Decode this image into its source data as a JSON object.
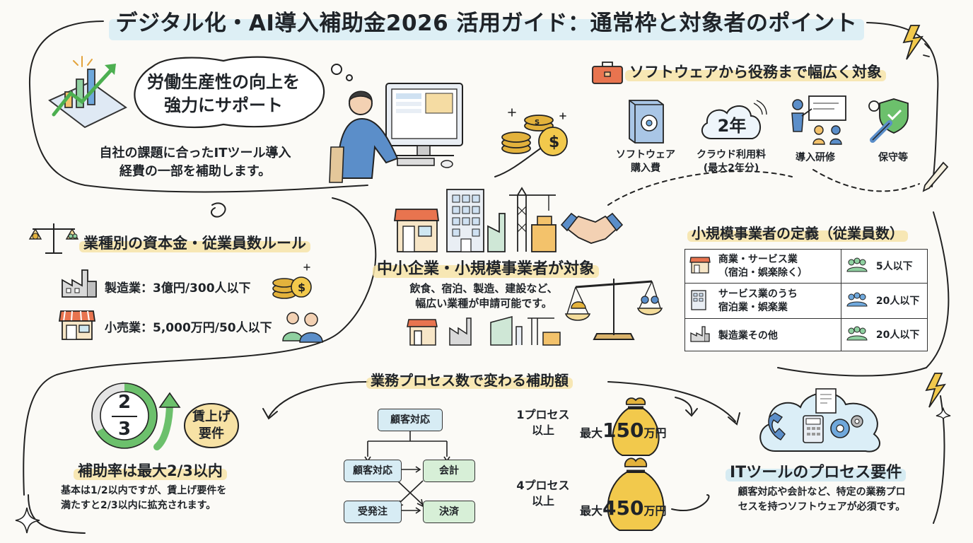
{
  "title": "デジタル化・AI導入補助金2026 活用ガイド：通常枠と対象者のポイント",
  "intro": {
    "bubble_line1": "労働生産性の向上を",
    "bubble_line2": "強力にサポート",
    "desc_line1": "自社の課題に合ったITツール導入",
    "desc_line2": "経費の一部を補助します。"
  },
  "costs": {
    "heading": "ソフトウェアから役務まで幅広く対象",
    "cloud_badge": "2年",
    "items": [
      {
        "line1": "ソフトウェア",
        "line2": "購入費",
        "icon": "software-package-icon"
      },
      {
        "line1": "クラウド利用料",
        "line2": "(最大2年分)",
        "icon": "cloud-icon"
      },
      {
        "line1": "導入研修",
        "line2": "",
        "icon": "training-icon"
      },
      {
        "line1": "保守等",
        "line2": "",
        "icon": "wrench-shield-icon"
      }
    ]
  },
  "capital_rules": {
    "heading": "業種別の資本金・従業員数ルール",
    "rows": [
      {
        "label": "製造業：3億円/300人以下",
        "icon": "factory-icon"
      },
      {
        "label": "小売業：5,000万円/50人以下",
        "icon": "store-icon"
      }
    ]
  },
  "target": {
    "heading": "中小企業・小規模事業者が対象",
    "desc_line1": "飲食、宿泊、製造、建設など、",
    "desc_line2": "幅広い業種が申請可能です。"
  },
  "small_business": {
    "heading": "小規模事業者の定義（従業員数）",
    "rows": [
      {
        "line1": "商業・サービス業",
        "line2": "（宿泊・娯楽除く）",
        "count": "5人以下",
        "icon": "store-icon"
      },
      {
        "line1": "サービス業のうち",
        "line2": "宿泊業・娯楽業",
        "count": "20人以下",
        "icon": "building-icon"
      },
      {
        "line1": "製造業その他",
        "line2": "",
        "count": "20人以下",
        "icon": "factory-icon"
      }
    ]
  },
  "subsidy_rate": {
    "fraction_num": "2",
    "fraction_den": "3",
    "wage_line1": "賃上げ",
    "wage_line2": "要件",
    "heading": "補助率は最大2/3以内",
    "desc_line1": "基本は1/2以内ですが、賃上げ要件を",
    "desc_line2": "満たすと2/3以内に拡充されます。"
  },
  "process": {
    "heading": "業務プロセス数で変わる補助額",
    "flow": {
      "top": "顧客対応",
      "mid_left": "顧客対応",
      "mid_right": "会計",
      "bottom_left": "受発注",
      "bottom_right": "決済"
    },
    "tiers": [
      {
        "line1": "1プロセス",
        "line2": "以上",
        "prefix": "最大",
        "amount": "150",
        "unit": "万円"
      },
      {
        "line1": "4プロセス",
        "line2": "以上",
        "prefix": "最大",
        "amount": "450",
        "unit": "万円"
      }
    ]
  },
  "it_tool": {
    "heading": "ITツールのプロセス要件",
    "desc_line1": "顧客対応や会計など、特定の業務プロ",
    "desc_line2": "セスを持つソフトウェアが必須です。"
  },
  "colors": {
    "highlight_yellow": "#f6e3a8",
    "highlight_blue": "#d7ecf4",
    "accent_blue": "#3d7fbf",
    "accent_green": "#5aa55a",
    "coin_gold": "#e3b23c"
  }
}
